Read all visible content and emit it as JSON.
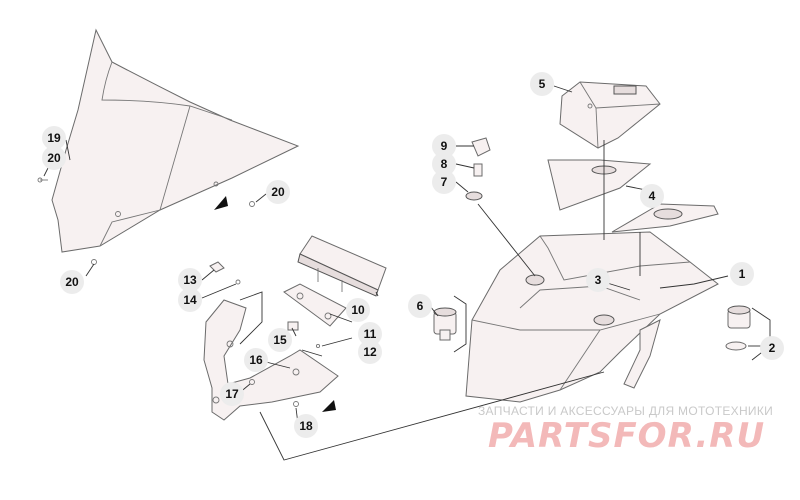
{
  "callouts": [
    {
      "id": "1",
      "label": "1"
    },
    {
      "id": "2",
      "label": "2"
    },
    {
      "id": "3",
      "label": "3"
    },
    {
      "id": "4",
      "label": "4"
    },
    {
      "id": "5",
      "label": "5"
    },
    {
      "id": "6",
      "label": "6"
    },
    {
      "id": "7",
      "label": "7"
    },
    {
      "id": "8",
      "label": "8"
    },
    {
      "id": "9",
      "label": "9"
    },
    {
      "id": "10",
      "label": "10"
    },
    {
      "id": "11",
      "label": "11"
    },
    {
      "id": "12",
      "label": "12"
    },
    {
      "id": "13",
      "label": "13"
    },
    {
      "id": "14",
      "label": "14"
    },
    {
      "id": "15",
      "label": "15"
    },
    {
      "id": "16",
      "label": "16"
    },
    {
      "id": "17",
      "label": "17"
    },
    {
      "id": "18",
      "label": "18"
    },
    {
      "id": "19",
      "label": "19"
    },
    {
      "id": "20a",
      "label": "20"
    },
    {
      "id": "20b",
      "label": "20"
    },
    {
      "id": "20c",
      "label": "20"
    }
  ],
  "watermark": {
    "tagline": "ЗАПЧАСТИ И АКСЕССУАРЫ ДЛЯ МОТОТЕХНИКИ",
    "logo": "PARTSFOR.RU"
  },
  "colors": {
    "line": "#6b6b6b",
    "part_fill": "#f7f1f1",
    "bubble": "#ececec",
    "watermark_logo": "#f3b9b9"
  }
}
